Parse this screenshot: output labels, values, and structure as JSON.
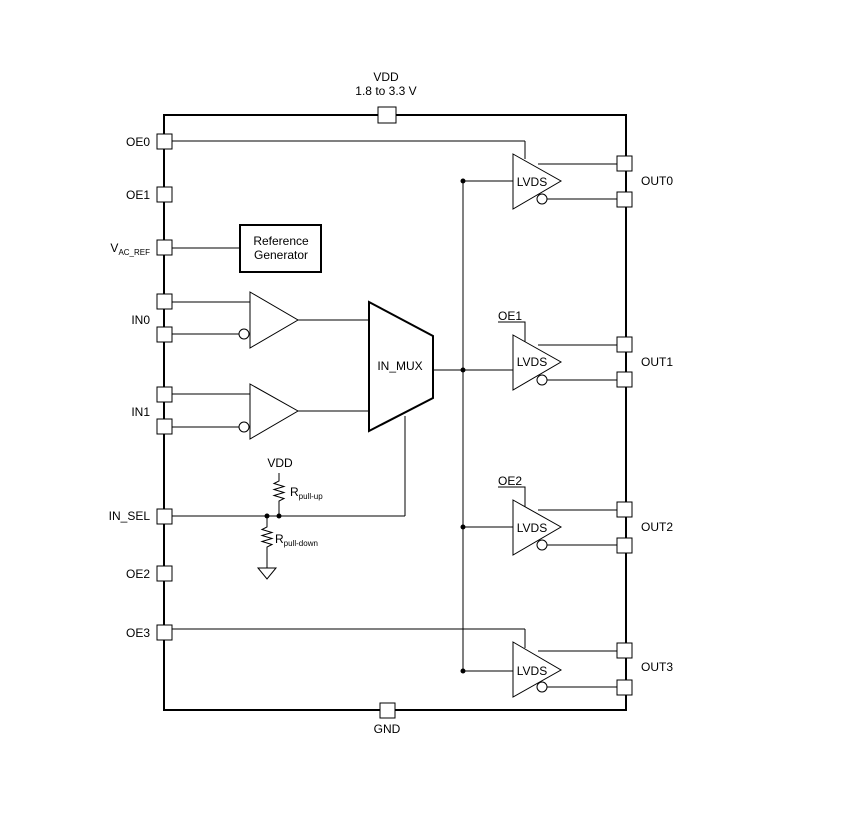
{
  "supply": {
    "label": "VDD",
    "range": "1.8 to 3.3 V"
  },
  "ground": {
    "label": "GND"
  },
  "left_pins": {
    "oe0": "OE0",
    "oe1": "OE1",
    "vac_ref_main": "V",
    "vac_ref_sub": "AC_REF",
    "in0": "IN0",
    "in1": "IN1",
    "in_sel": "IN_SEL",
    "oe2": "OE2",
    "oe3": "OE3"
  },
  "reference_generator": {
    "line1": "Reference",
    "line2": "Generator"
  },
  "mux": {
    "label": "IN_MUX"
  },
  "bias": {
    "vdd": "VDD",
    "pullup_main": "R",
    "pullup_sub": "pull-up",
    "pulldown_main": "R",
    "pulldown_sub": "pull-down"
  },
  "drivers": [
    {
      "label": "LVDS",
      "output": "OUT0",
      "enable": ""
    },
    {
      "label": "LVDS",
      "output": "OUT1",
      "enable": "OE1"
    },
    {
      "label": "LVDS",
      "output": "OUT2",
      "enable": "OE2"
    },
    {
      "label": "LVDS",
      "output": "OUT3",
      "enable": ""
    }
  ]
}
